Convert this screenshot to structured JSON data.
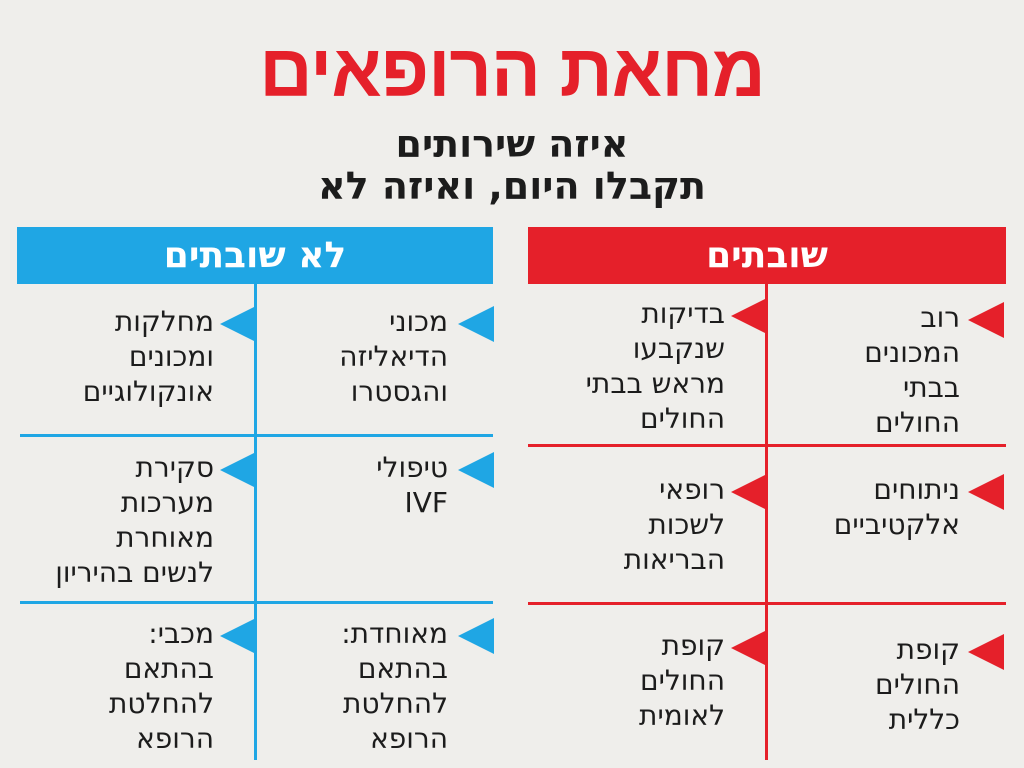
{
  "title": "מחאת הרופאים",
  "subtitle_line1": "איזה שירותים",
  "subtitle_line2": "תקבלו היום, ואיזה לא",
  "striking": {
    "header": "שובתים",
    "items": [
      "רוב\nהמכונים\nבבתי\nהחולים",
      "בדיקות\nשנקבעו\nמראש בבתי\nהחולים",
      "ניתוחים\nאלקטיביים",
      "רופאי\nלשכות\nהבריאות",
      "קופת\nהחולים\nכללית",
      "קופת\nהחולים\nלאומית"
    ]
  },
  "not_striking": {
    "header": "לא שובתים",
    "items": [
      "מכוני\nהדיאליזה\nוהגסטרו",
      "מחלקות\nומכונים\nאונקולוגיים",
      "טיפולי\nIVF",
      "סקירת\nמערכות\nמאוחרת\nלנשים בהיריון",
      "מאוחדת:\nבהתאם\nלהחלטת\nהרופא",
      "מכבי:\nבהתאם\nלהחלטת\nהרופא"
    ]
  },
  "colors": {
    "red": "#e5202a",
    "blue": "#1fa6e4"
  }
}
